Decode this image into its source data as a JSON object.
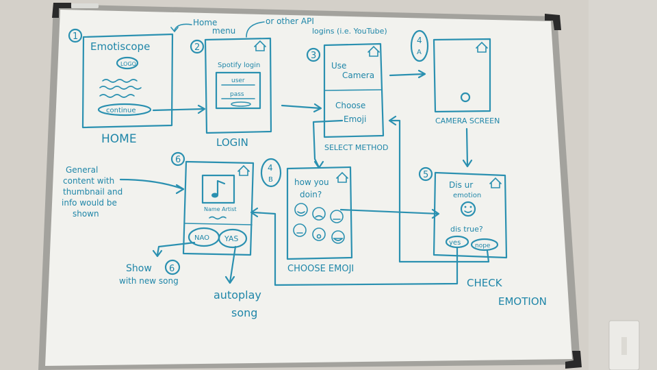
{
  "board": {
    "ink_color": "#2a90b0",
    "frame_color": "#9a9a96",
    "surface_color": "#f3f3ef"
  },
  "screens": {
    "home": {
      "number": "1",
      "title": "Emotiscope",
      "logo": "LOGO",
      "button": "continue",
      "caption": "HOME",
      "note_line1": "Home",
      "note_line2": "menu"
    },
    "login": {
      "number": "2",
      "title": "Spotify login",
      "user": "user",
      "pass": "pass",
      "caption": "LOGIN",
      "note_line1": "or other API",
      "note_line2": "logins (i.e. YouTube)"
    },
    "select": {
      "number": "3",
      "option1_line1": "Use",
      "option1_line2": "Camera",
      "option2_line1": "Choose",
      "option2_line2": "Emoji",
      "caption": "SELECT METHOD"
    },
    "camera": {
      "number_top": "4",
      "number_bottom": "A",
      "caption": "CAMERA SCREEN"
    },
    "check": {
      "number": "5",
      "title_line1": "Dis ur",
      "title_line2": "emotion",
      "question": "dis true?",
      "yes": "yes",
      "no": "nope",
      "caption_line1": "CHECK",
      "caption_line2": "EMOTION"
    },
    "emoji": {
      "number_top": "4",
      "number_bottom": "B",
      "title_line1": "how you",
      "title_line2": "doin?",
      "caption": "CHOOSE EMOJI"
    },
    "song": {
      "number": "6",
      "track_label": "Name Artist",
      "no_button": "NAO",
      "yes_button": "YAS"
    }
  },
  "notes": {
    "general_content": [
      "General",
      "content with",
      "thumbnail and",
      "info would be",
      "shown"
    ],
    "show6_line1": "Show",
    "show6_number": "6",
    "show6_line2": "with new song",
    "autoplay_line1": "autoplay",
    "autoplay_line2": "song"
  }
}
